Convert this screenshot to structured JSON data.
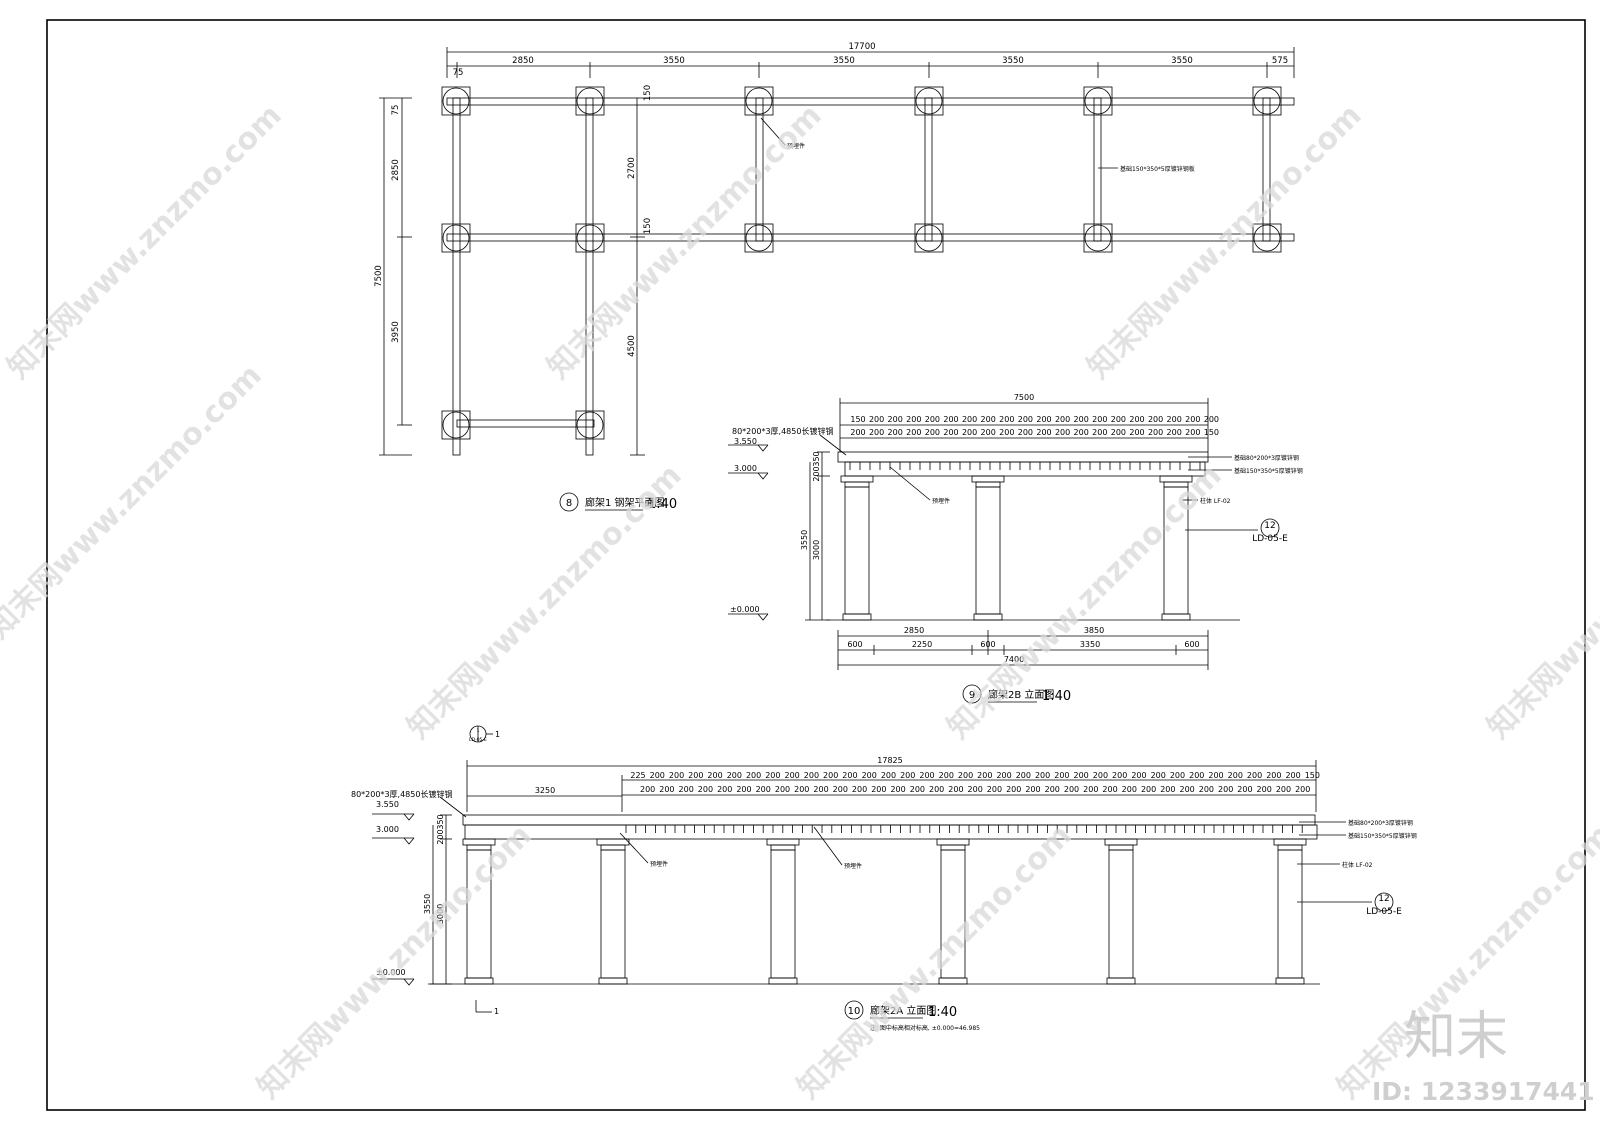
{
  "plan": {
    "top_total": "17700",
    "top_dims": [
      "2850",
      "3550",
      "3550",
      "3550",
      "3550",
      "575"
    ],
    "top_small": "75",
    "left_total": "7500",
    "left_dims": [
      "75",
      "2850",
      "3950"
    ],
    "mid_dims": [
      "2700",
      "4500"
    ],
    "dim_150_a": "150",
    "dim_150_b": "150",
    "note_a": "预埋件",
    "note_b": "基础150*350*5厚镀锌钢板",
    "title_num": "8",
    "title_text": "廊架1 钢架平面图",
    "title_scale": "1:40"
  },
  "elev2b": {
    "total": "7500",
    "spacing_top": [
      "150",
      "200",
      "200",
      "200",
      "200",
      "200",
      "200",
      "200",
      "200",
      "200",
      "200",
      "200",
      "200",
      "200",
      "200",
      "200",
      "200",
      "200",
      "200",
      "200"
    ],
    "spacing_bot": [
      "200",
      "200",
      "200",
      "200",
      "200",
      "200",
      "200",
      "200",
      "200",
      "200",
      "200",
      "200",
      "200",
      "200",
      "200",
      "200",
      "200",
      "200",
      "200",
      "150"
    ],
    "beam_note": "80*200*3厚,4850长镀锌钢",
    "lvl_3550": "3.550",
    "lvl_3000": "3.000",
    "lvl_0": "±0.000",
    "dim_350": "350",
    "dim_200": "200",
    "dim_3550": "3550",
    "dim_3000": "3000",
    "note_1": "基础80*200*3厚镀锌钢",
    "note_2": "基础150*350*5厚镀锌钢",
    "note_3": "柱体 LF-02",
    "note_embed": "预埋件",
    "ref_num": "12",
    "ref_sheet": "LD-05-E",
    "bottom_row1": [
      "2850",
      "3850"
    ],
    "bottom_row2": [
      "600",
      "2250",
      "600",
      "3350",
      "600"
    ],
    "bottom_total": "7400",
    "title_num": "9",
    "title_text": "廊架2B 立面图",
    "title_scale": "1:40"
  },
  "elev2a": {
    "total": "17825",
    "first_span": "3250",
    "spacing_top": [
      "225",
      "200",
      "200",
      "200",
      "200",
      "200",
      "200",
      "200",
      "200",
      "200",
      "200",
      "200",
      "200",
      "200",
      "200",
      "200",
      "200",
      "200",
      "200",
      "200",
      "200",
      "200",
      "200",
      "200",
      "200",
      "200",
      "200",
      "200",
      "200",
      "200",
      "200",
      "200",
      "200",
      "200",
      "200",
      "200",
      "200",
      "200",
      "200",
      "200",
      "200",
      "200",
      "200",
      "200",
      "200",
      "200",
      "200",
      "200",
      "200",
      "200",
      "200",
      "200",
      "200",
      "200",
      "200",
      "200",
      "200",
      "200",
      "200",
      "200",
      "200",
      "200",
      "200",
      "200",
      "200",
      "200",
      "200",
      "200",
      "200",
      "200",
      "150"
    ],
    "beam_note": "80*200*3厚,4850长镀锌钢",
    "lvl_3550": "3.550",
    "lvl_3000": "3.000",
    "lvl_0": "±0.000",
    "dim_350": "350",
    "dim_200": "200",
    "dim_3550": "3550",
    "dim_3000": "3000",
    "note_1": "基础80*200*3厚镀锌钢",
    "note_2": "基础150*350*5厚镀锌钢",
    "note_3": "柱体 LF-02",
    "note_embed_a": "预埋件",
    "note_embed_b": "预埋件",
    "ref_num": "12",
    "ref_sheet": "LD-05-E",
    "section_mark": "1",
    "section_mark_b": "1",
    "section_label_top": "1",
    "section_label_bot": "LD-05-E",
    "title_num": "10",
    "title_text": "廊架2A 立面图",
    "title_scale": "1:40",
    "subnote": "注: 图中标高相对标高, ±0.000=46.985"
  },
  "watermark": {
    "text": "知末网www.znzmo.com",
    "logo": "知末",
    "id": "ID: 1233917441"
  }
}
